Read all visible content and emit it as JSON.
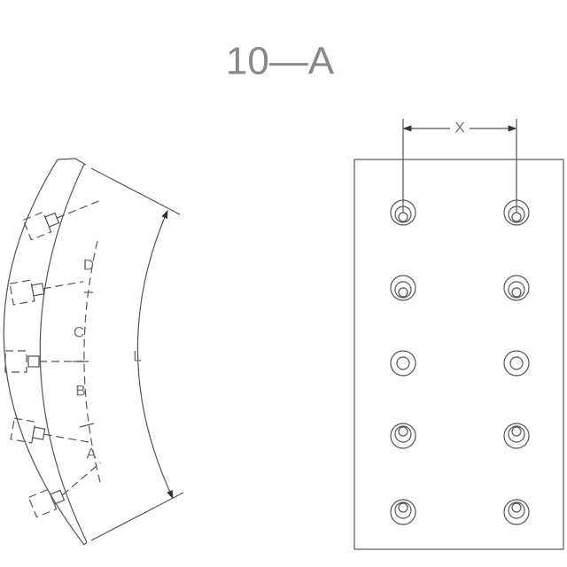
{
  "title": "10—A",
  "labels": {
    "a": "A",
    "b": "B",
    "c": "C",
    "d": "D",
    "l": "L",
    "x": "X"
  },
  "rivet_rows": 5,
  "rivet_cols": 2
}
